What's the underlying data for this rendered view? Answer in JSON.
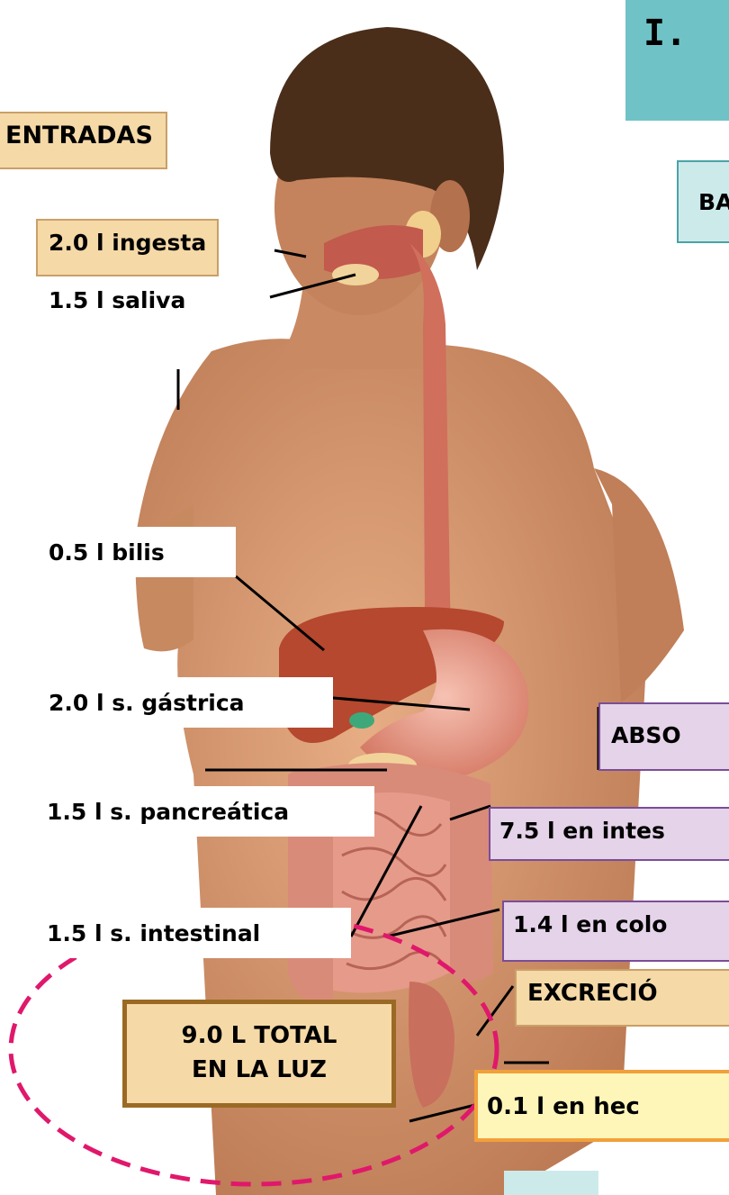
{
  "header": {
    "roman": "I.",
    "subtitle_fragment": "BA"
  },
  "inputs": {
    "heading": "ENTRADAS",
    "items": {
      "ingesta": "2.0 l ingesta",
      "saliva": "1.5 l saliva",
      "bilis": "0.5 l bilis",
      "gastrica": "2.0 l s. gástrica",
      "pancreatica": "1.5 l s. pancreática",
      "intestinal": "1.5 l s. intestinal"
    },
    "total": {
      "line1": "9.0 L TOTAL",
      "line2": "EN LA LUZ"
    }
  },
  "outputs": {
    "absorption_heading": "ABSO",
    "intestine": "7.5 l en intes",
    "colon": "1.4 l en colo",
    "excretion_heading": "EXCRECIÓ",
    "feces": "0.1 l en hec"
  },
  "colors": {
    "teal_header": "#6fc3c7",
    "tan_box": "#f5d9a7",
    "lilac_box": "#e5d3ea",
    "total_border": "#9a6a24",
    "dashed_ellipse": "#e0186b",
    "feces_border": "#f2a03a"
  }
}
